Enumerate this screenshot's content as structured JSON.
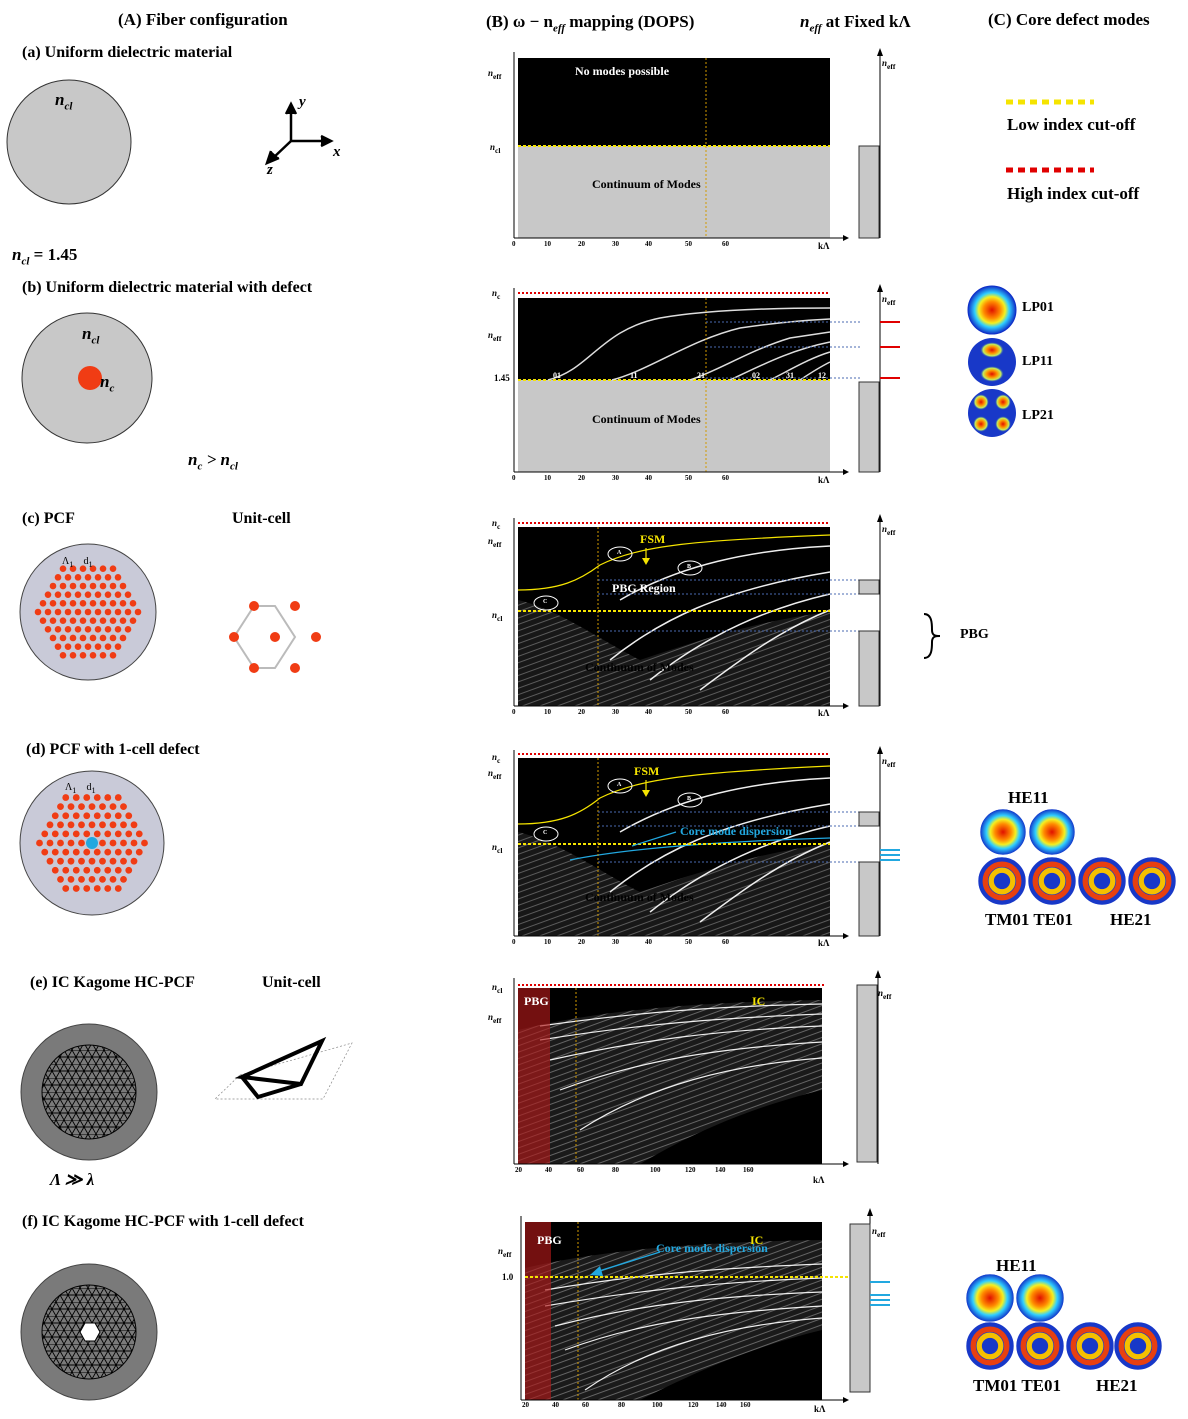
{
  "headers": {
    "fiber_config": "(A) Fiber configuration",
    "mapping": "(B) ω − n",
    "mapping_sub": "eff",
    "mapping_suffix": " mapping (DOPS)",
    "fixed_prefix": "n",
    "fixed_sub": "eff",
    "fixed_suffix": " at Fixed kΛ",
    "core_modes": "(C) Core defect modes"
  },
  "rows": {
    "a": {
      "label": "(a) Uniform dielectric material",
      "n_label": "n",
      "n_sub": "cl",
      "eq": "= 1.45"
    },
    "b": {
      "label": "(b) Uniform dielectric material with defect",
      "ncl": "cl",
      "nc": "c",
      "ineq": "n",
      "ineq_mid": " > n"
    },
    "c": {
      "label": "(c) PCF",
      "unit": "Unit-cell",
      "pbg": "PBG"
    },
    "d": {
      "label": "(d) PCF with 1-cell defect"
    },
    "e": {
      "label": "(e) IC Kagome HC-PCF",
      "unit": "Unit-cell",
      "scale": "Λ   ≫ λ"
    },
    "f": {
      "label": "(f) IC Kagome HC-PCF with 1-cell defect"
    }
  },
  "axes": {
    "x": [
      "x",
      "y",
      "z"
    ],
    "neff": "n",
    "neff_sub": "eff",
    "ncl": "n",
    "ncl_sub": "cl",
    "nc": "n",
    "nc_sub": "c",
    "klam": "kΛ",
    "ticks_60": [
      "0",
      "10",
      "20",
      "30",
      "40",
      "50",
      "60"
    ],
    "ticks_160": [
      "20",
      "40",
      "60",
      "80",
      "100",
      "120",
      "140",
      "160"
    ],
    "val_145": "1.45",
    "val_10": "1.0"
  },
  "plot_text": {
    "no_modes": "No modes possible",
    "continuum": "Continuum of Modes",
    "fsm": "FSM",
    "pbg_region": "PBG Region",
    "core_disp": "Core mode dispersion",
    "pbg": "PBG",
    "ic": "IC",
    "lp_labels": [
      "01",
      "11",
      "21",
      "02",
      "31",
      "12"
    ],
    "bubbles": [
      "A",
      "B",
      "C"
    ]
  },
  "legend": {
    "low": "Low index cut-off",
    "high": "High index cut-off",
    "low_color": "#f5e400",
    "high_color": "#e00000"
  },
  "modes": {
    "lp": [
      "LP01",
      "LP11",
      "LP21"
    ],
    "he11": "HE11",
    "tm_te": "TM01 TE01",
    "he21": "HE21"
  },
  "colors": {
    "cladding": "#c8c8c8",
    "defect": "#f03c14",
    "hole": "#f03c14",
    "core_blue": "#22a8e0"
  }
}
